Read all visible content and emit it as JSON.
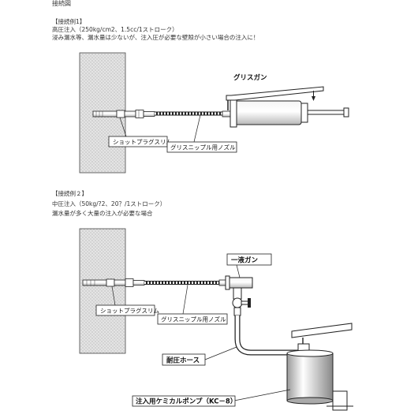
{
  "page_title": "接続図",
  "example1": {
    "heading": "【接続例1】",
    "line1": "高圧注入（250kg/cm2、1.5cc/1ストローク）",
    "line2": "浸み漏水等、漏水量は少ないが、注入圧が必要な壁隙が小さい場合の注入に！",
    "label_gun": "グリスガン",
    "label_plug": "ショットプラグスリム",
    "label_nozzle": "グリスニップル用ノズル"
  },
  "example2": {
    "heading": "【接続例２】",
    "line1": "中圧注入（50kg/?2、20？/1ストローク）",
    "line2": "漏水量が多く大量の注入が必要な場合",
    "label_gun": "一液ガン",
    "label_plug": "ショットプラグスリム",
    "label_nozzle": "グリスニップル用ノズル",
    "label_hose": "耐圧ホース",
    "label_pump": "注入用ケミカルポンプ（KC－8）"
  }
}
